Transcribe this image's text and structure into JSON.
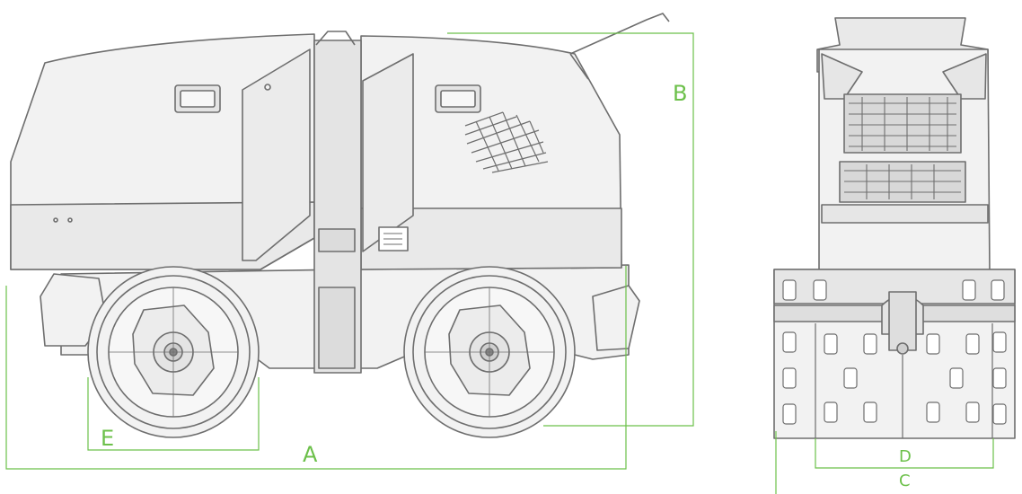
{
  "dimension_labels": {
    "a": "A",
    "b": "B",
    "c": "C",
    "d": "D",
    "e": "E"
  },
  "colors": {
    "dimension": "#6cc04a",
    "outline": "#6e6e6e",
    "fill": "#f2f2f2",
    "fill_dark": "#e4e4e4"
  }
}
